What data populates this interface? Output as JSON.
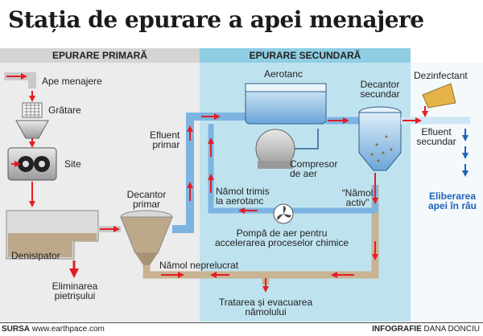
{
  "title": "Stația de epurare a apei menajere",
  "sections": {
    "primary": "EPURARE PRIMARĂ",
    "secondary": "EPURARE SECUNDARĂ"
  },
  "labels": {
    "ape_menajere": "Ape menajere",
    "gratare": "Grătare",
    "site": "Site",
    "denisipator": "Denisipator",
    "eliminarea_1": "Eliminarea",
    "eliminarea_2": "pietrișului",
    "decantor_primar_1": "Decantor",
    "decantor_primar_2": "primar",
    "efluent_primar_1": "Efluent",
    "efluent_primar_2": "primar",
    "aerotanc": "Aerotanc",
    "compresor_1": "Compresor",
    "compresor_2": "de aer",
    "namol_trimis_1": "Nămol trimis",
    "namol_trimis_2": "la aerotanc",
    "pompa_1": "Pompă de aer pentru",
    "pompa_2": "accelerarea proceselor chimice",
    "decantor_secundar_1": "Decantor",
    "decantor_secundar_2": "secundar",
    "namol_activ_1": "“Nămol",
    "namol_activ_2": "activ”",
    "dezinfectant": "Dezinfectant",
    "efluent_secundar_1": "Efluent",
    "efluent_secundar_2": "secundar",
    "eliberarea_1": "Eliberarea",
    "eliberarea_2": "apei în râu",
    "namol_neprelucrat": "Nămol neprelucrat",
    "tratarea_1": "Tratarea și evacuarea",
    "tratarea_2": "nămolului"
  },
  "footer": {
    "source_label": "SURSA",
    "source_value": "www.earthpace.com",
    "credit_label": "INFOGRAFIE",
    "credit_value": "DANA DONCIU"
  },
  "colors": {
    "primary_bg": "#ececec",
    "secondary_bg": "#bfe3ee",
    "band_primary": "#d4d4d4",
    "band_secondary": "#8fcde3",
    "pipe_blue": "#7db4e2",
    "pipe_sludge": "#c9b393",
    "arrow_red": "#e31e24",
    "release_blue": "#1e63b8"
  }
}
